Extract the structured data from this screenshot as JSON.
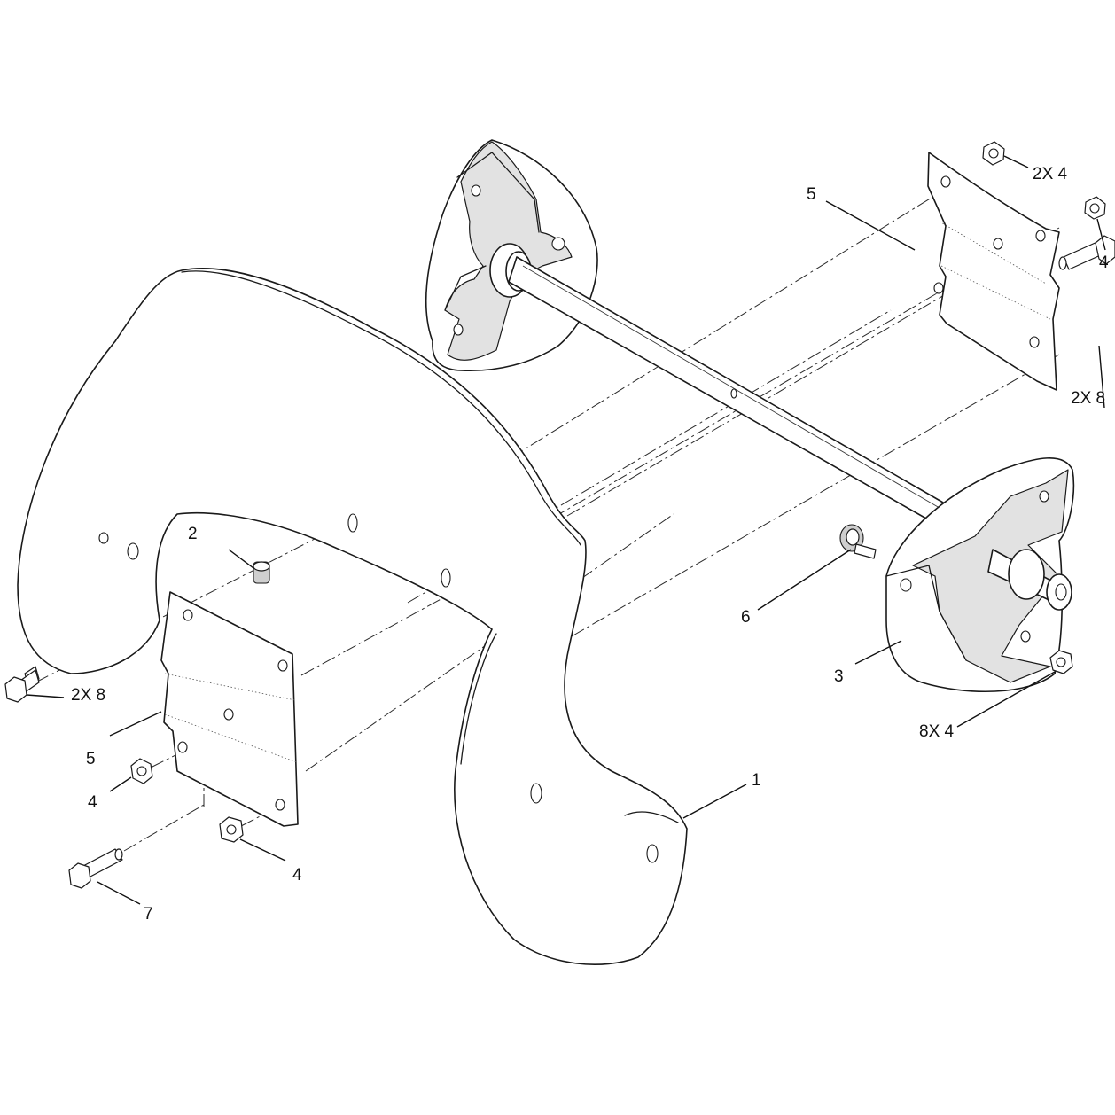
{
  "callouts": {
    "part_1": "1",
    "part_2": "2",
    "part_3": "3",
    "part_4_top_qty": "2X 4",
    "part_4_right": "4",
    "part_4_small": "4",
    "part_4_bottom": "4",
    "part_4_hub_qty": "8X 4",
    "part_5_top": "5",
    "part_5_left": "5",
    "part_6": "6",
    "part_7": "7",
    "part_8_right_qty": "2X 8",
    "part_8_left_qty": "2X 8"
  },
  "colors": {
    "line": "#1a1a1a",
    "shade": "#e2e2e2",
    "background": "#ffffff"
  }
}
